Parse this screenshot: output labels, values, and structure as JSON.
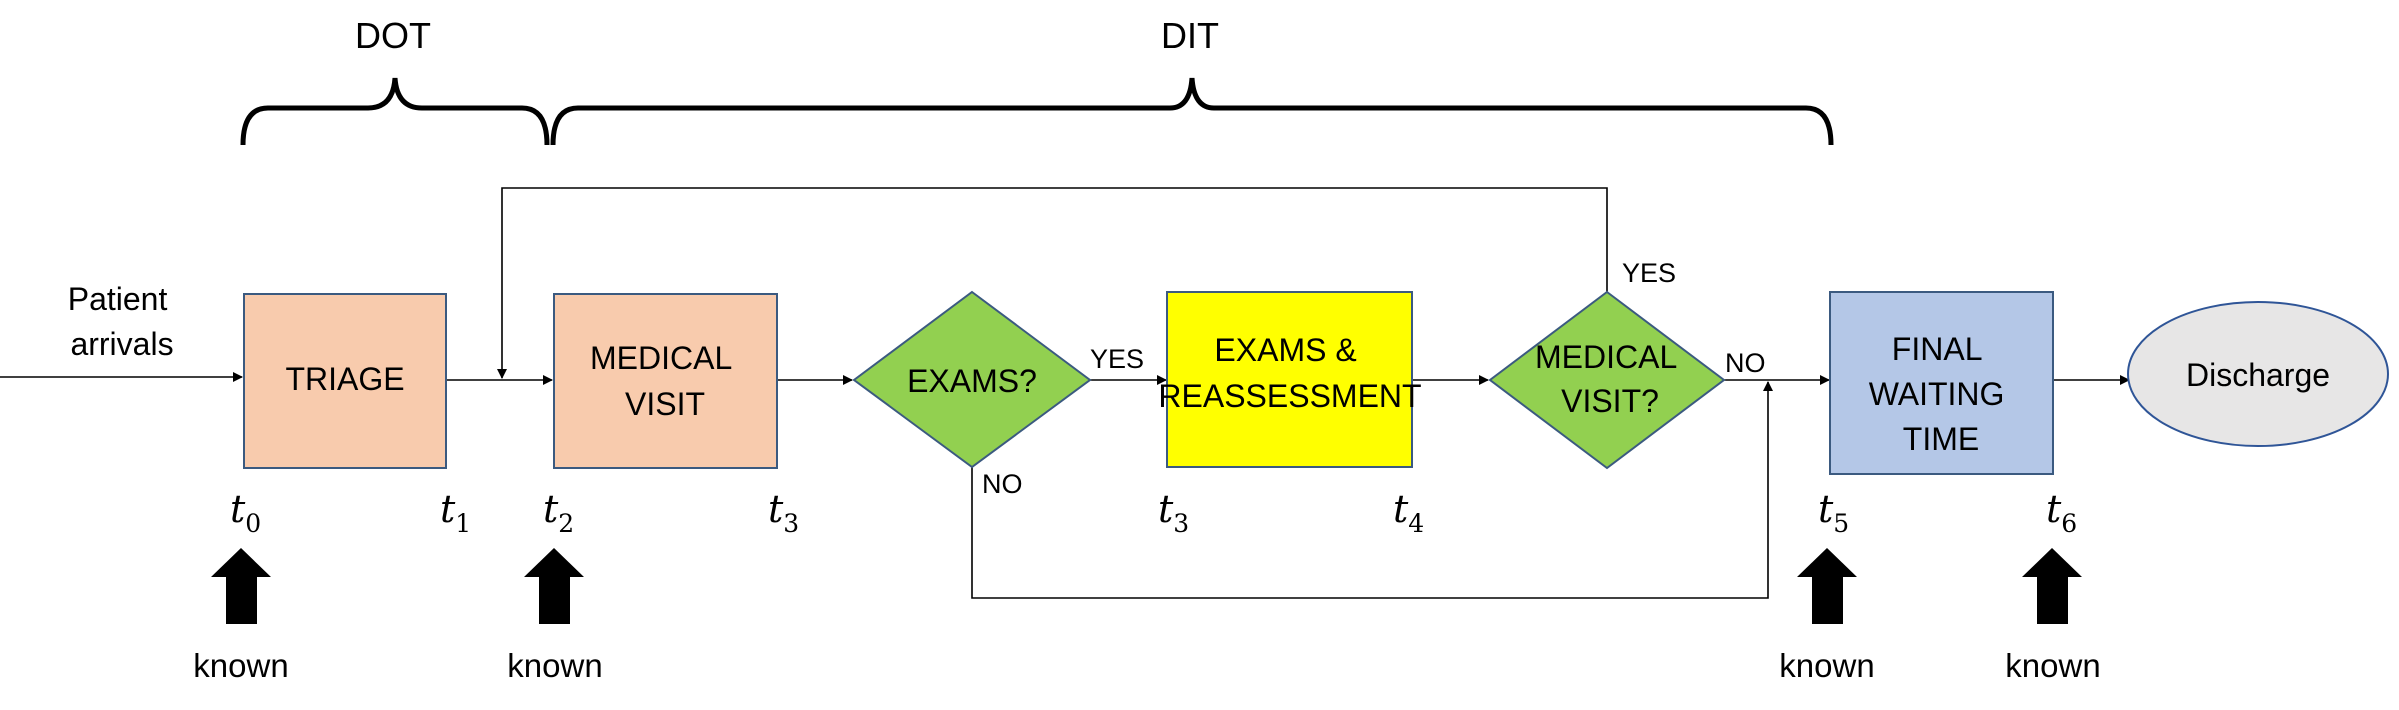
{
  "input_label": [
    "Patient",
    "arrivals"
  ],
  "braces": {
    "dot": "DOT",
    "dit": "DIT"
  },
  "nodes": {
    "triage": {
      "lines": [
        "TRIAGE"
      ],
      "color": "#F8CBAD"
    },
    "medical_visit": {
      "lines": [
        "MEDICAL",
        "VISIT"
      ],
      "color": "#F8CBAD"
    },
    "exams_decision": {
      "lines": [
        "EXAMS?"
      ],
      "color": "#92D050"
    },
    "exams_reassessment": {
      "lines": [
        "EXAMS &",
        "REASSESSMENT"
      ],
      "color": "#FFFF00"
    },
    "medical_visit_decision": {
      "lines": [
        "MEDICAL",
        "VISIT?"
      ],
      "color": "#92D050"
    },
    "final_waiting": {
      "lines": [
        "FINAL",
        "WAITING",
        "TIME"
      ],
      "color": "#B4C7E7"
    },
    "discharge": {
      "lines": [
        "Discharge"
      ],
      "color": "#E7E6E6"
    }
  },
  "conditions": {
    "exams_yes": "YES",
    "exams_no": "NO",
    "visit_yes": "YES",
    "visit_no": "NO"
  },
  "timestamps": [
    {
      "t": "t",
      "sub": "0"
    },
    {
      "t": "t",
      "sub": "1"
    },
    {
      "t": "t",
      "sub": "2"
    },
    {
      "t": "t",
      "sub": "3"
    },
    {
      "t": "t",
      "sub": "3"
    },
    {
      "t": "t",
      "sub": "4"
    },
    {
      "t": "t",
      "sub": "5"
    },
    {
      "t": "t",
      "sub": "6"
    }
  ],
  "known_labels": [
    "known",
    "known",
    "known",
    "known"
  ]
}
